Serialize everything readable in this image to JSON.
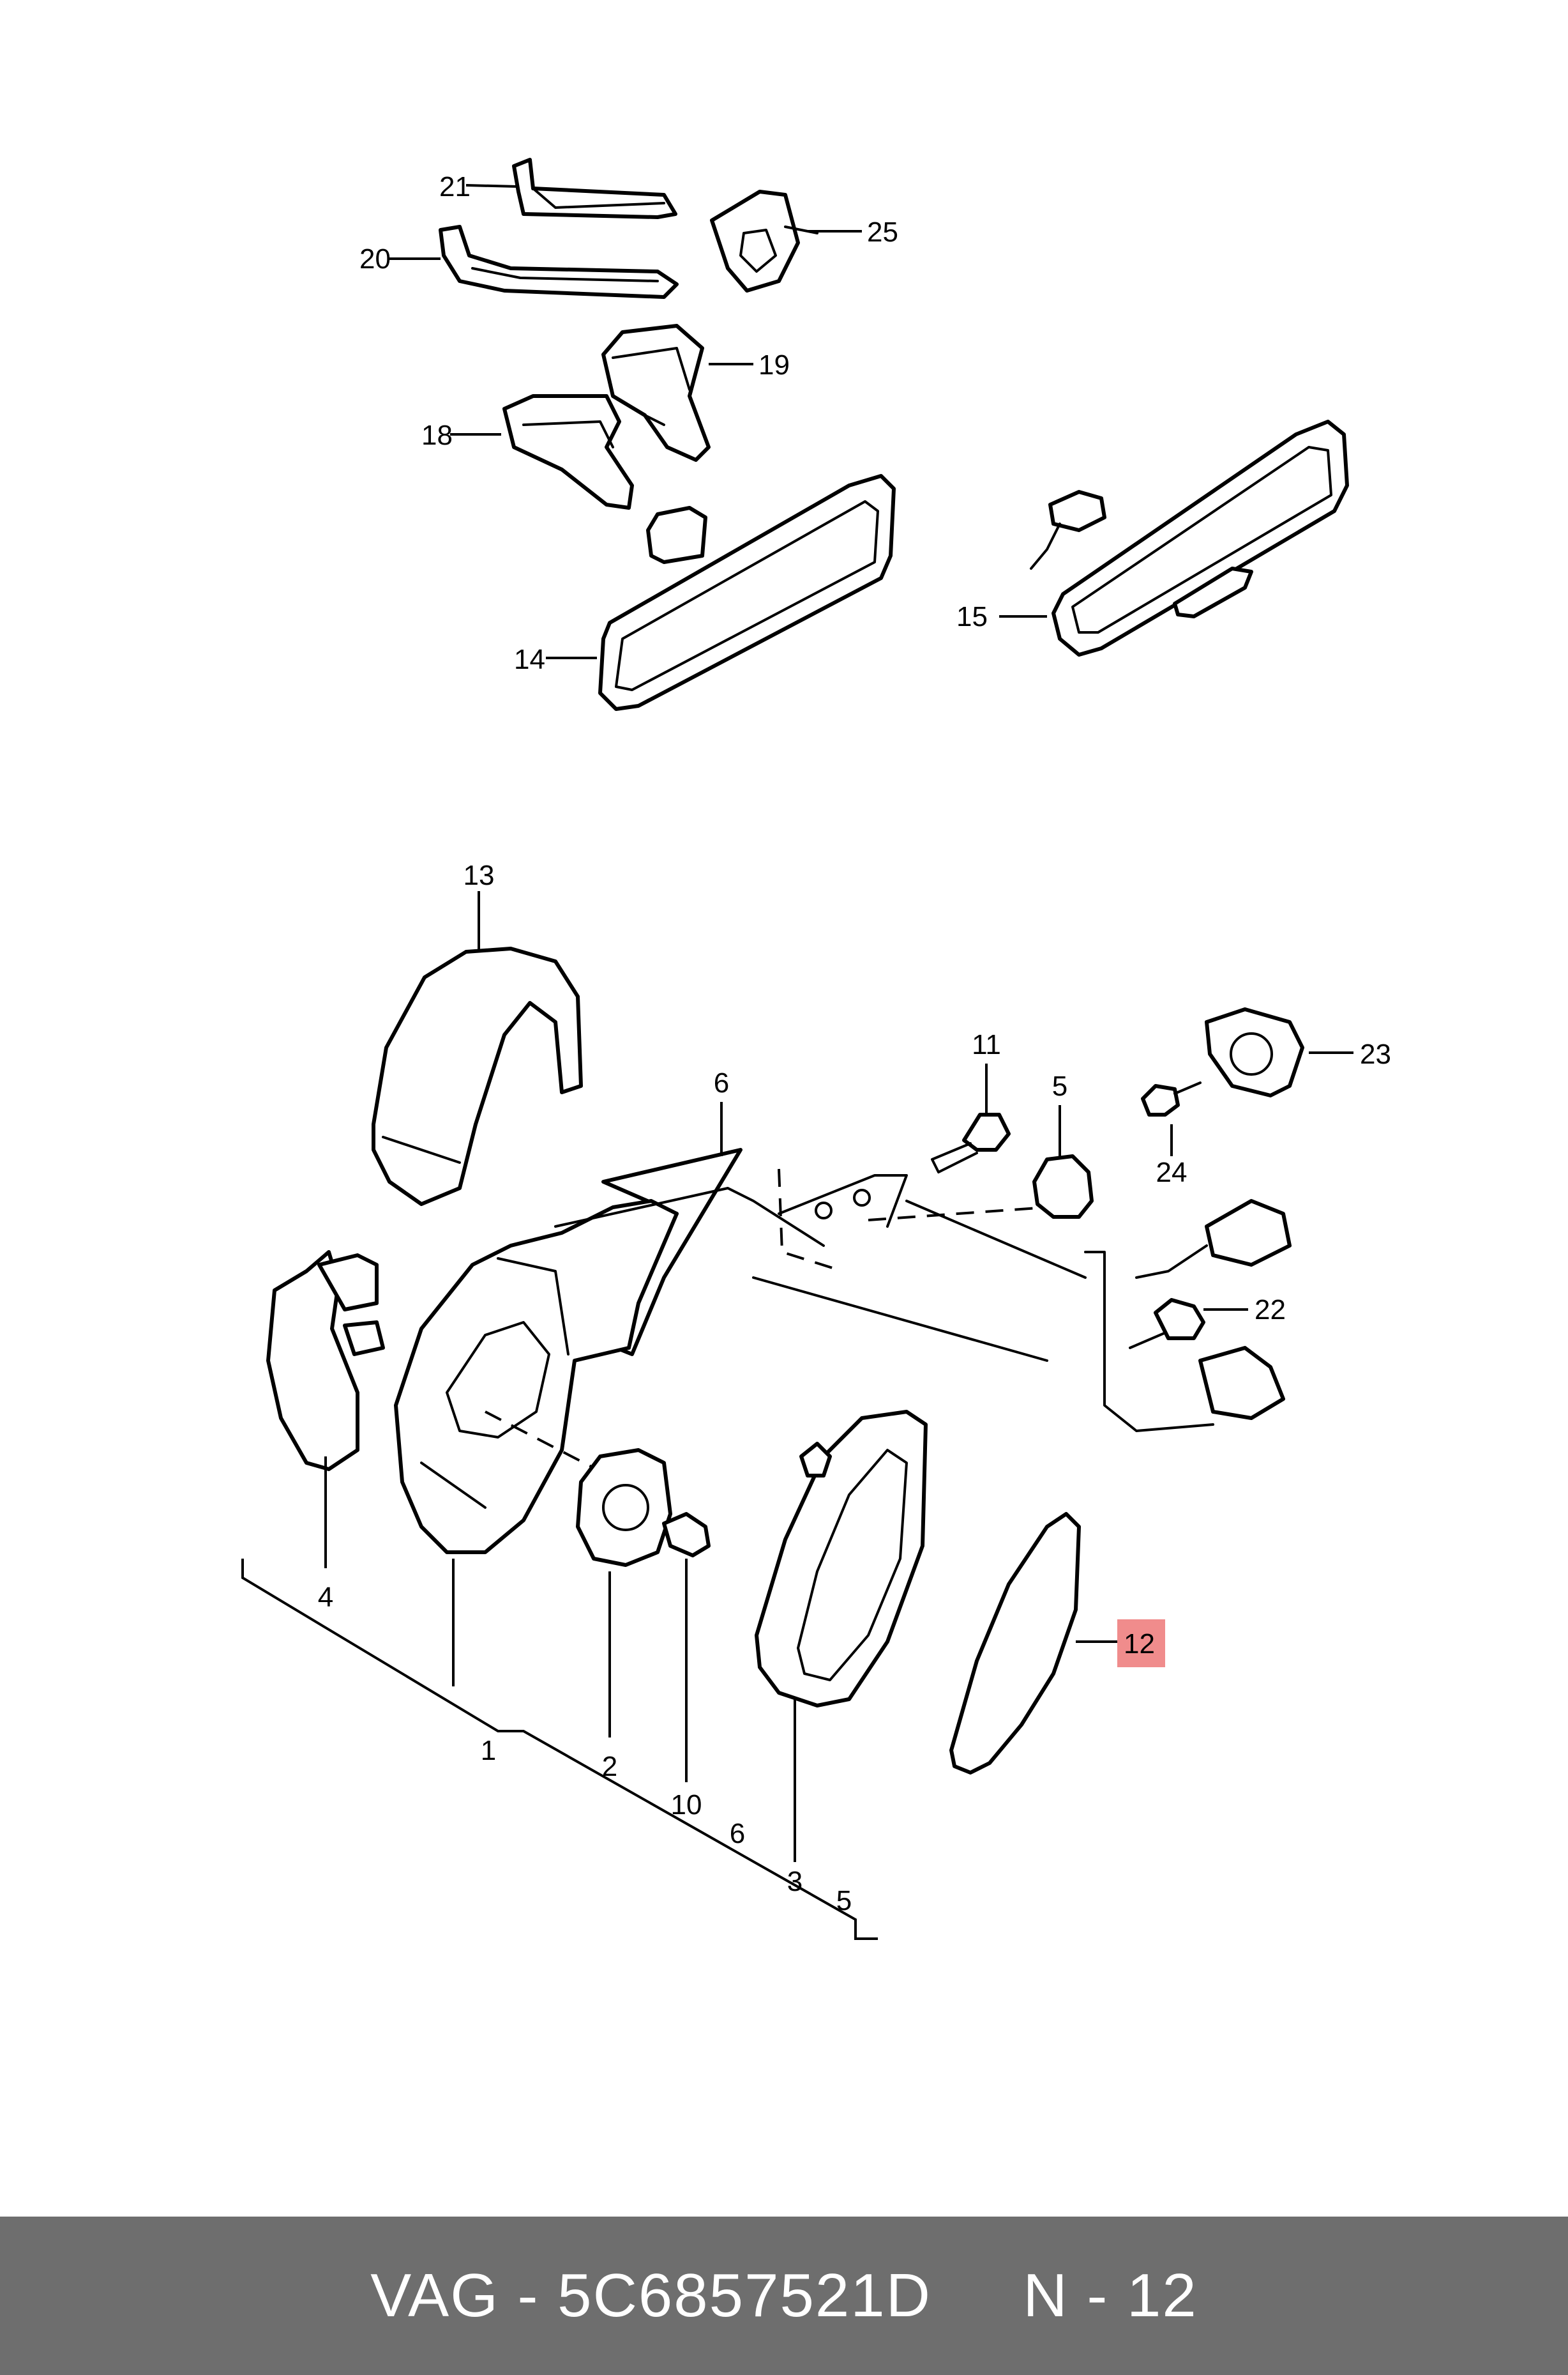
{
  "footer": {
    "brand": "VAG",
    "separator": " - ",
    "part_number": "5C6857521D",
    "spacer": "     ",
    "ref": "N - 12"
  },
  "callouts": {
    "c1": "1",
    "c2": "2",
    "c3": "3",
    "c4": "4",
    "c5a": "5",
    "c5b": "5",
    "c6a": "6",
    "c6b": "6",
    "c10": "10",
    "c11": "11",
    "c12": "12",
    "c13": "13",
    "c14": "14",
    "c15": "15",
    "c18": "18",
    "c19": "19",
    "c20": "20",
    "c21": "21",
    "c22": "22",
    "c23": "23",
    "c24": "24",
    "c25": "25"
  },
  "colors": {
    "highlight": "#f08c8c",
    "footer_bg": "#6e6e6e",
    "footer_text": "#ffffff"
  }
}
